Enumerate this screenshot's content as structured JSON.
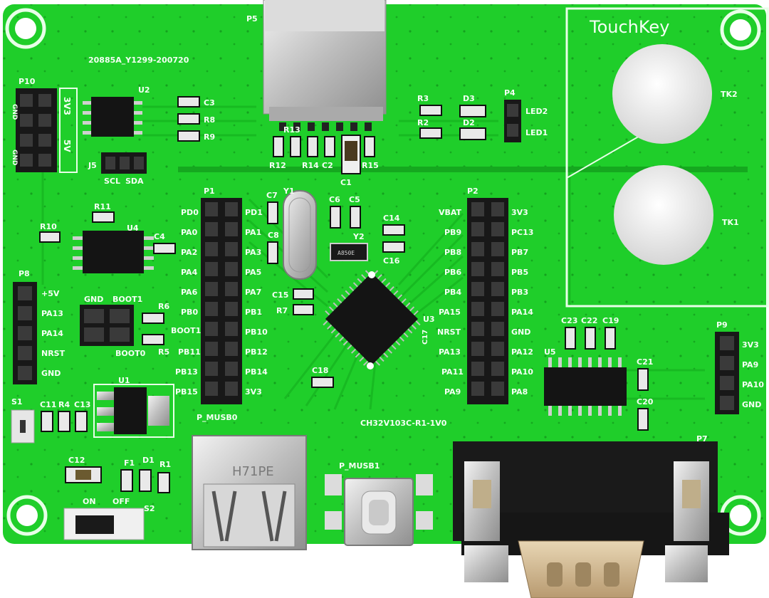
{
  "board": {
    "revision_code": "20885A_Y1299-200720",
    "model": "CH32V103C-R1-1V0",
    "touch_title": "TouchKey",
    "colors": {
      "pcb": "#1fce2a",
      "pcb_dark": "#15a81f",
      "silk": "#f4fff4",
      "pad": "#d9d9d9",
      "chip": "#141414",
      "header": "#181818"
    }
  },
  "touch": {
    "tk2": "TK2",
    "tk1": "TK1"
  },
  "refs": {
    "p5": "P5",
    "p10": "P10",
    "u2": "U2",
    "c3": "C3",
    "r8": "R8",
    "r9": "R9",
    "j5": "J5",
    "scl": "SCL",
    "sda": "SDA",
    "r13": "R13",
    "r12": "R12",
    "r14": "R14",
    "c2": "C2",
    "c1": "C1",
    "r15": "R15",
    "r3": "R3",
    "r2": "R2",
    "d3": "D3",
    "d2": "D2",
    "p4": "P4",
    "led2": "LED2",
    "led1": "LED1",
    "r11": "R11",
    "r10": "R10",
    "u4": "U4",
    "c4": "C4",
    "p1": "P1",
    "y1": "Y1",
    "c7": "C7",
    "c6": "C6",
    "c5": "C5",
    "c8": "C8",
    "c14": "C14",
    "y2": "Y2",
    "c16": "C16",
    "c15": "C15",
    "r7": "R7",
    "u3": "U3",
    "c17": "C17",
    "c18": "C18",
    "p2": "P2",
    "p8": "P8",
    "gnd": "GND",
    "boot1": "BOOT1",
    "r6": "R6",
    "r5": "R5",
    "boot1_pad": "BOOT1",
    "boot0": "BOOT0",
    "s1": "S1",
    "c11": "C11",
    "r4": "R4",
    "c13": "C13",
    "u1": "U1",
    "c12": "C12",
    "f1": "F1",
    "d1": "D1",
    "r1": "R1",
    "on": "ON",
    "off": "OFF",
    "s2": "S2",
    "p_musb0": "P_MUSB0",
    "p_musb1": "P_MUSB1",
    "c23": "C23",
    "c22": "C22",
    "c19": "C19",
    "u5": "U5",
    "c21": "C21",
    "c20": "C20",
    "p9": "P9",
    "p7": "P7"
  },
  "p10_labels": {
    "gnd_top": "GND",
    "v3": "3V3",
    "v5": "5V",
    "gnd_bot": "GND"
  },
  "p1_left": [
    "PD0",
    "PA0",
    "PA2",
    "PA4",
    "PA6",
    "PB0",
    "PB11",
    "PB13",
    "PB15"
  ],
  "p1_right": [
    "PD1",
    "PA1",
    "PA3",
    "PA5",
    "PA7",
    "PB1",
    "PB10",
    "PB12",
    "PB14",
    "3V3"
  ],
  "p2_left": [
    "VBAT",
    "PB9",
    "PB8",
    "PB6",
    "PB4",
    "PA15",
    "NRST",
    "PA13",
    "PA11",
    "PA9"
  ],
  "p2_right": [
    "3V3",
    "PC13",
    "PB7",
    "PB5",
    "PB3",
    "PA14",
    "GND",
    "PA12",
    "PA10",
    "PA8"
  ],
  "p8_labels": [
    "+5V",
    "PA13",
    "PA14",
    "NRST",
    "GND"
  ],
  "p9_labels": [
    "3V3",
    "PA9",
    "PA10",
    "GND"
  ],
  "parts": {
    "usb_a_mark": "H71PE",
    "y2_mark": "A850E"
  }
}
